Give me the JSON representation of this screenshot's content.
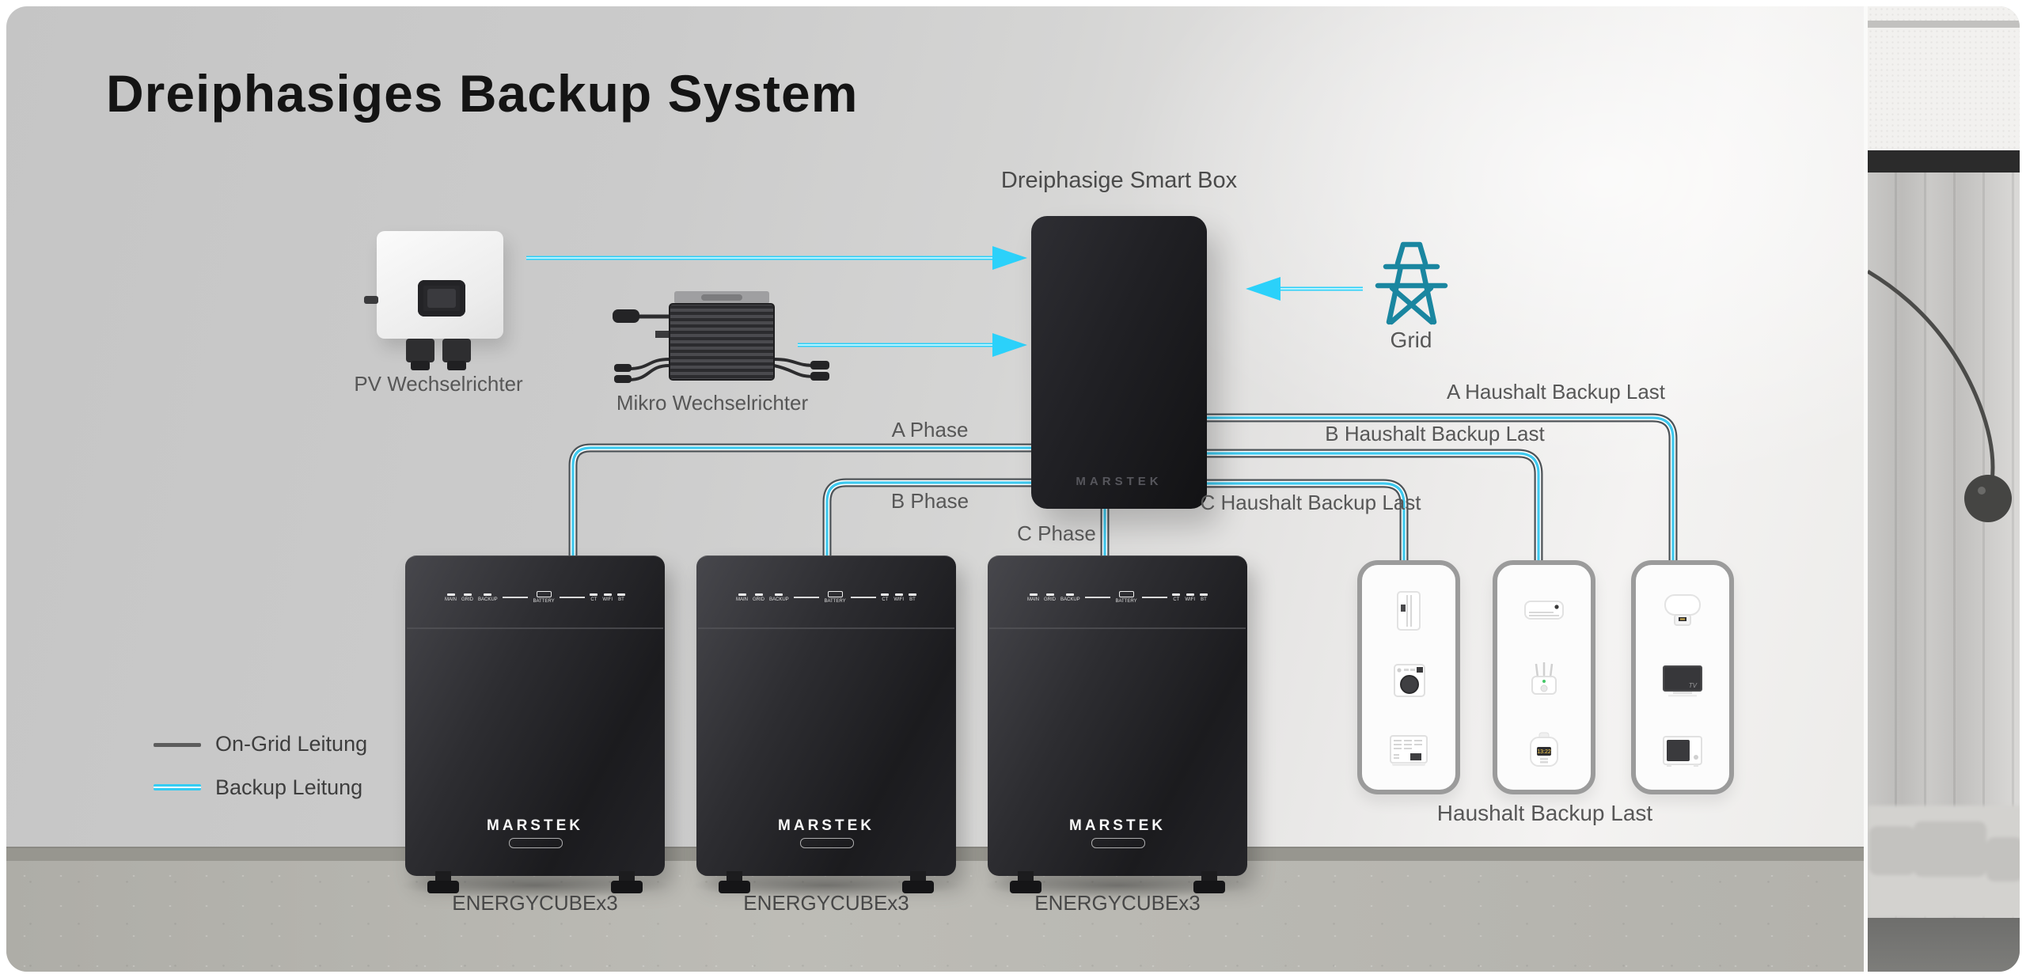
{
  "title": "Dreiphasiges Backup System",
  "smart_box": {
    "label": "Dreiphasige Smart Box",
    "brand": "MARSTEK"
  },
  "pv_inverter": {
    "label": "PV Wechselrichter"
  },
  "micro_inverter": {
    "label": "Mikro Wechselrichter"
  },
  "grid": {
    "label": "Grid",
    "icon": "power-pylon-icon"
  },
  "phases": {
    "a": {
      "label": "A Phase"
    },
    "b": {
      "label": "B Phase"
    },
    "c": {
      "label": "C Phase"
    }
  },
  "backup_lines": {
    "a": {
      "label": "A Haushalt Backup Last"
    },
    "b": {
      "label": "B Haushalt Backup Last"
    },
    "c": {
      "label": "C Haushalt Backup Last"
    }
  },
  "battery": {
    "brand": "MARSTEK",
    "model": "ENERGYCUBEx3",
    "count": 3,
    "indicators": [
      "MAIN",
      "GRID",
      "BACKUP",
      "BATTERY",
      "CT",
      "WIFI",
      "BT"
    ]
  },
  "loads": {
    "group_label": "Haushalt Backup Last",
    "boxes": [
      {
        "appliances": [
          "refrigerator",
          "washing-machine",
          "heating-unit"
        ]
      },
      {
        "appliances": [
          "air-conditioner",
          "router",
          "rice-cooker"
        ],
        "rice_cooker_display": "13:22"
      },
      {
        "appliances": [
          "water-heater",
          "tv",
          "microwave"
        ],
        "tv_label": "TV"
      }
    ]
  },
  "legend": {
    "on_grid": "On-Grid Leitung",
    "backup": "Backup Leitung"
  },
  "colors": {
    "backup_cyan": "#35ccf2",
    "arrow_cyan": "#2bd1fa",
    "on_grid_gray": "#4e5357",
    "grid_icon_teal": "#1a86a0"
  }
}
